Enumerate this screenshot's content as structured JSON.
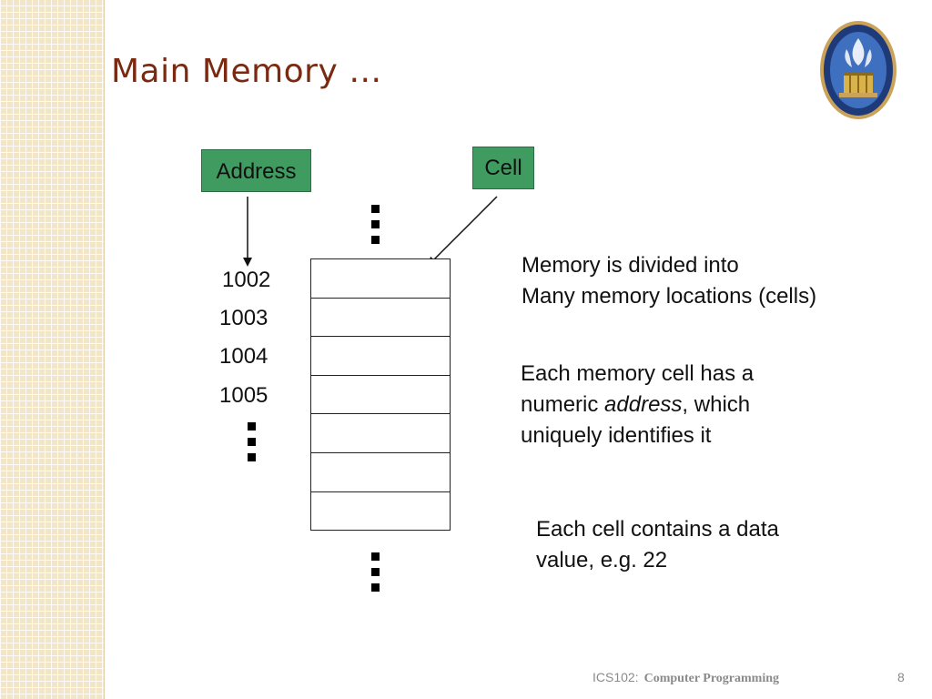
{
  "slide": {
    "title": "Main Memory …",
    "address_label": "Address",
    "cell_label": "Cell",
    "addresses": [
      "1002",
      "1003",
      "1004",
      "1005"
    ],
    "memory_cells_count": 7,
    "desc1": {
      "line1": "Memory is divided into",
      "line2": "Many memory locations (cells)"
    },
    "desc2": {
      "line1": "Each memory cell has a",
      "line2_pre": "numeric ",
      "line2_em": "address",
      "line2_post": ", which",
      "line3": "uniquely identifies it"
    },
    "desc3": {
      "line1": "Each cell contains a data",
      "line2": "value, e.g. 22"
    }
  },
  "footer": {
    "course_code": "ICS102:",
    "course_name": "Computer Programming",
    "page_number": "8"
  },
  "colors": {
    "title": "#7a2a12",
    "label_box": "#3f9b5f",
    "sidebar": "#f3e6c8"
  },
  "icons": {
    "logo": "university-seal-icon",
    "ellipsis": "vertical-ellipsis-icon"
  }
}
